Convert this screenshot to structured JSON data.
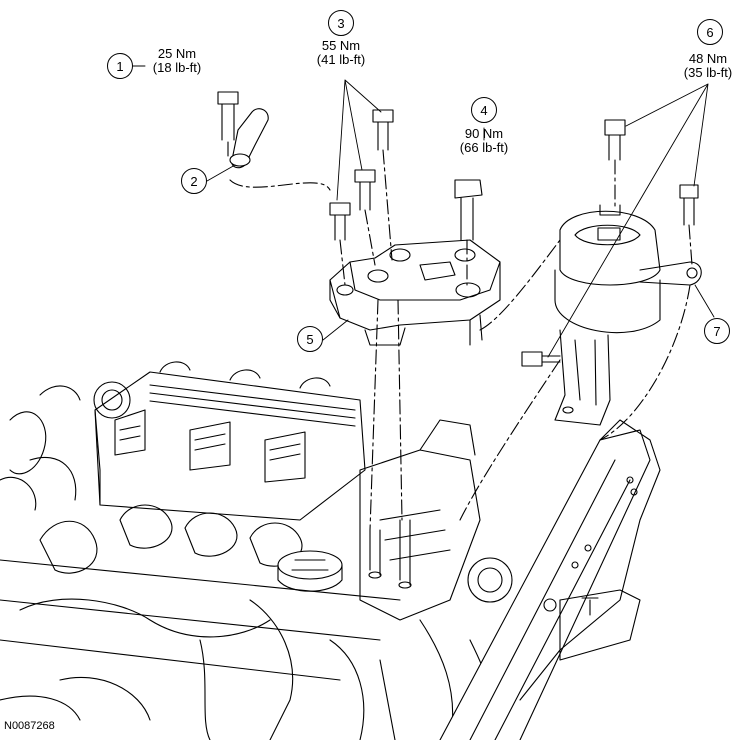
{
  "figure_id": "N0087268",
  "callouts": [
    {
      "number": "1",
      "torque_nm": "25 Nm",
      "torque_lbft": "(18 lb-ft)"
    },
    {
      "number": "2"
    },
    {
      "number": "3",
      "torque_nm": "55 Nm",
      "torque_lbft": "(41 lb-ft)"
    },
    {
      "number": "4",
      "torque_nm": "90 Nm",
      "torque_lbft": "(66 lb-ft)"
    },
    {
      "number": "5"
    },
    {
      "number": "6",
      "torque_nm": "48 Nm",
      "torque_lbft": "(35 lb-ft)"
    },
    {
      "number": "7"
    }
  ]
}
